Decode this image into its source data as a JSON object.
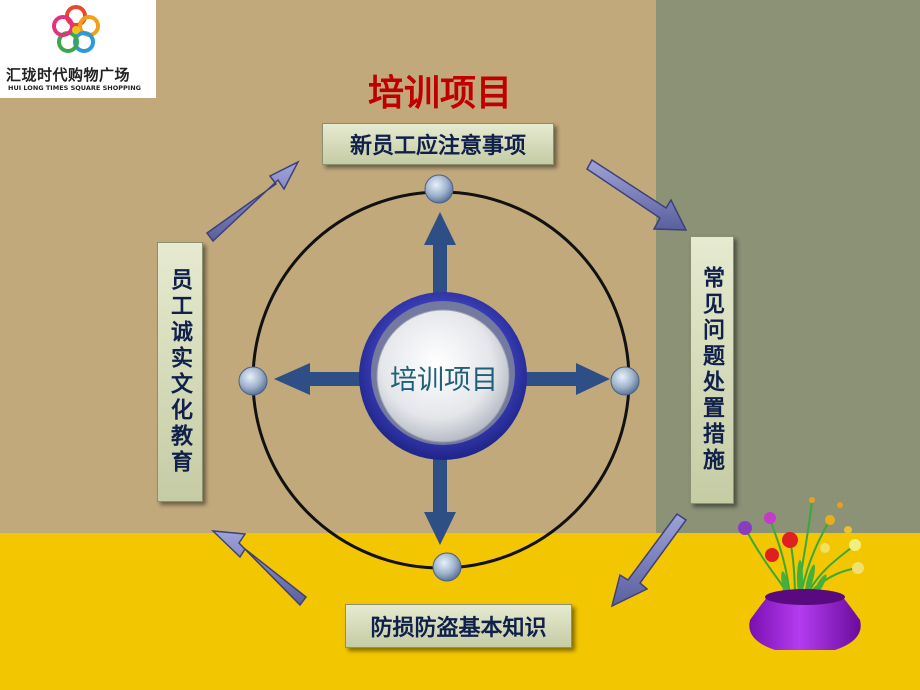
{
  "logo": {
    "name_cn": "汇珑时代购物广场",
    "name_en": "HUI LONG TIMES SQUARE SHOPPING"
  },
  "title": "培训项目",
  "center": {
    "label": "培训项目"
  },
  "items": {
    "top": "新员工应注意事项",
    "right": "常见问题处置措施",
    "bottom": "防损防盗基本知识",
    "left": "员工诚实文化教育"
  },
  "colors": {
    "title": "#c00000",
    "tan_background": "#c2a97c",
    "olive_background": "#8c9276",
    "yellow_floor": "#f2c600",
    "arrow_blue": "#2e4f86",
    "cycle_arrow": "#7b80b8",
    "vase": "#9b1fd6"
  }
}
